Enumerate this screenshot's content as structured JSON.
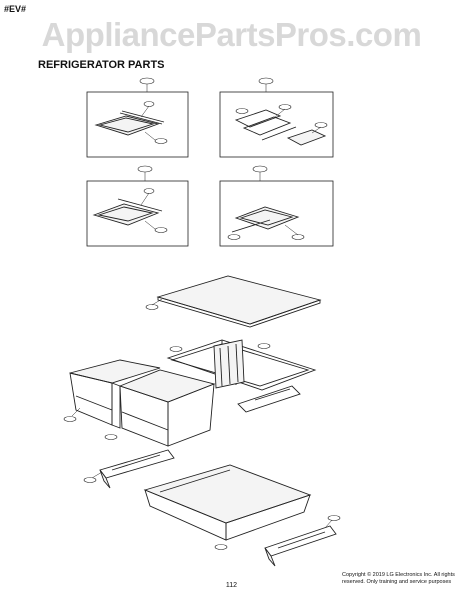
{
  "header": {
    "code": "#EV#",
    "watermark": "AppliancePartsPros.com",
    "section_title": "REFRIGERATOR PARTS"
  },
  "footer": {
    "page_number": "112",
    "copyright": "Copyright © 2019 LG Electronics Inc. All rights reserved. Only training and service purposes"
  },
  "colors": {
    "line": "#222222",
    "watermark": "#d8d8d8",
    "background": "#ffffff"
  }
}
